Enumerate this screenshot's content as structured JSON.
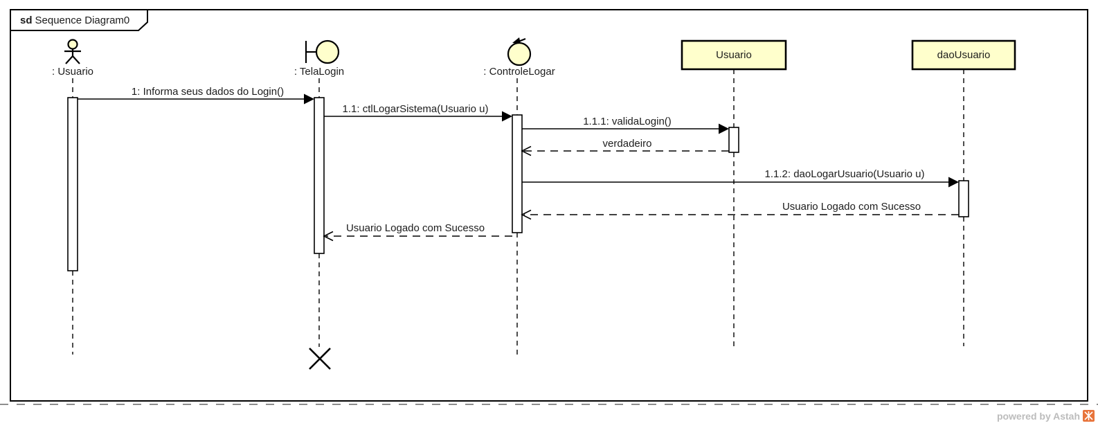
{
  "frame": {
    "keyword": "sd",
    "title": "Sequence Diagram0"
  },
  "lifelines": [
    {
      "label": ": Usuario",
      "type": "actor"
    },
    {
      "label": ": TelaLogin",
      "type": "boundary"
    },
    {
      "label": ": ControleLogar",
      "type": "control"
    },
    {
      "label": "Usuario",
      "type": "object"
    },
    {
      "label": "daoUsuario",
      "type": "object"
    }
  ],
  "messages": [
    {
      "label": "1: Informa seus dados do Login()",
      "kind": "sync",
      "from": ": Usuario",
      "to": ": TelaLogin"
    },
    {
      "label": "1.1: ctlLogarSistema(Usuario u)",
      "kind": "sync",
      "from": ": TelaLogin",
      "to": ": ControleLogar"
    },
    {
      "label": "1.1.1: validaLogin()",
      "kind": "sync",
      "from": ": ControleLogar",
      "to": "Usuario"
    },
    {
      "label": "verdadeiro",
      "kind": "return",
      "from": "Usuario",
      "to": ": ControleLogar"
    },
    {
      "label": "1.1.2: daoLogarUsuario(Usuario u)",
      "kind": "sync",
      "from": ": ControleLogar",
      "to": "daoUsuario"
    },
    {
      "label": "Usuario Logado com Sucesso",
      "kind": "return",
      "from": "daoUsuario",
      "to": ": ControleLogar"
    },
    {
      "label": "Usuario Logado com Sucesso",
      "kind": "return",
      "from": ": ControleLogar",
      "to": ": TelaLogin"
    }
  ],
  "watermark": {
    "text": "powered by Astah"
  },
  "colors": {
    "head_fill": "#FFFFCC",
    "stroke": "#000000",
    "watermark_text": "#bcbcbc",
    "watermark_logo": "#e8743b"
  }
}
